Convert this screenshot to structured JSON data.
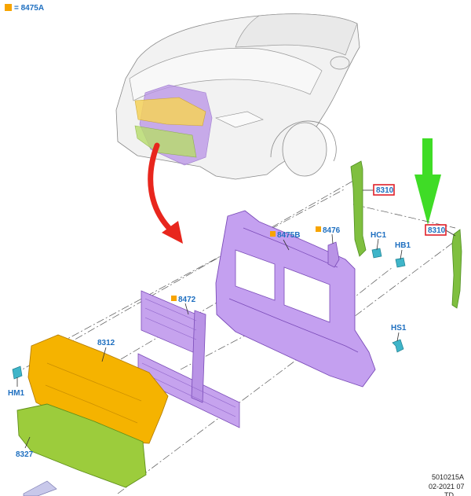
{
  "legend": {
    "swatch_color": "#f7a400",
    "text": "= 8475A"
  },
  "callouts": {
    "c8310_left": "8310",
    "c8310_right": "8310",
    "c8475B": "8475B",
    "c8476": "8476",
    "cHC1": "HC1",
    "cHB1": "HB1",
    "cHS1": "HS1",
    "c8472": "8472",
    "c8312": "8312",
    "cHM1": "HM1",
    "c8327": "8327"
  },
  "footer": {
    "code": "5010215A",
    "date": "02-2021 07",
    "tag": "TD"
  },
  "colors": {
    "label": "#1e6fc0",
    "highlight_box": "#e0202a",
    "carrier_purple": "#b993e6",
    "shutter_purple": "#c6a3ee",
    "absorber_orange": "#f5b300",
    "deflector_green": "#9ccc3c",
    "seal_green": "#7fbf3f",
    "clip_teal": "#3fb5c9",
    "arrow_red": "#e8261d",
    "arrow_green": "#3fdc26",
    "car_body": "#f2f2f2"
  }
}
